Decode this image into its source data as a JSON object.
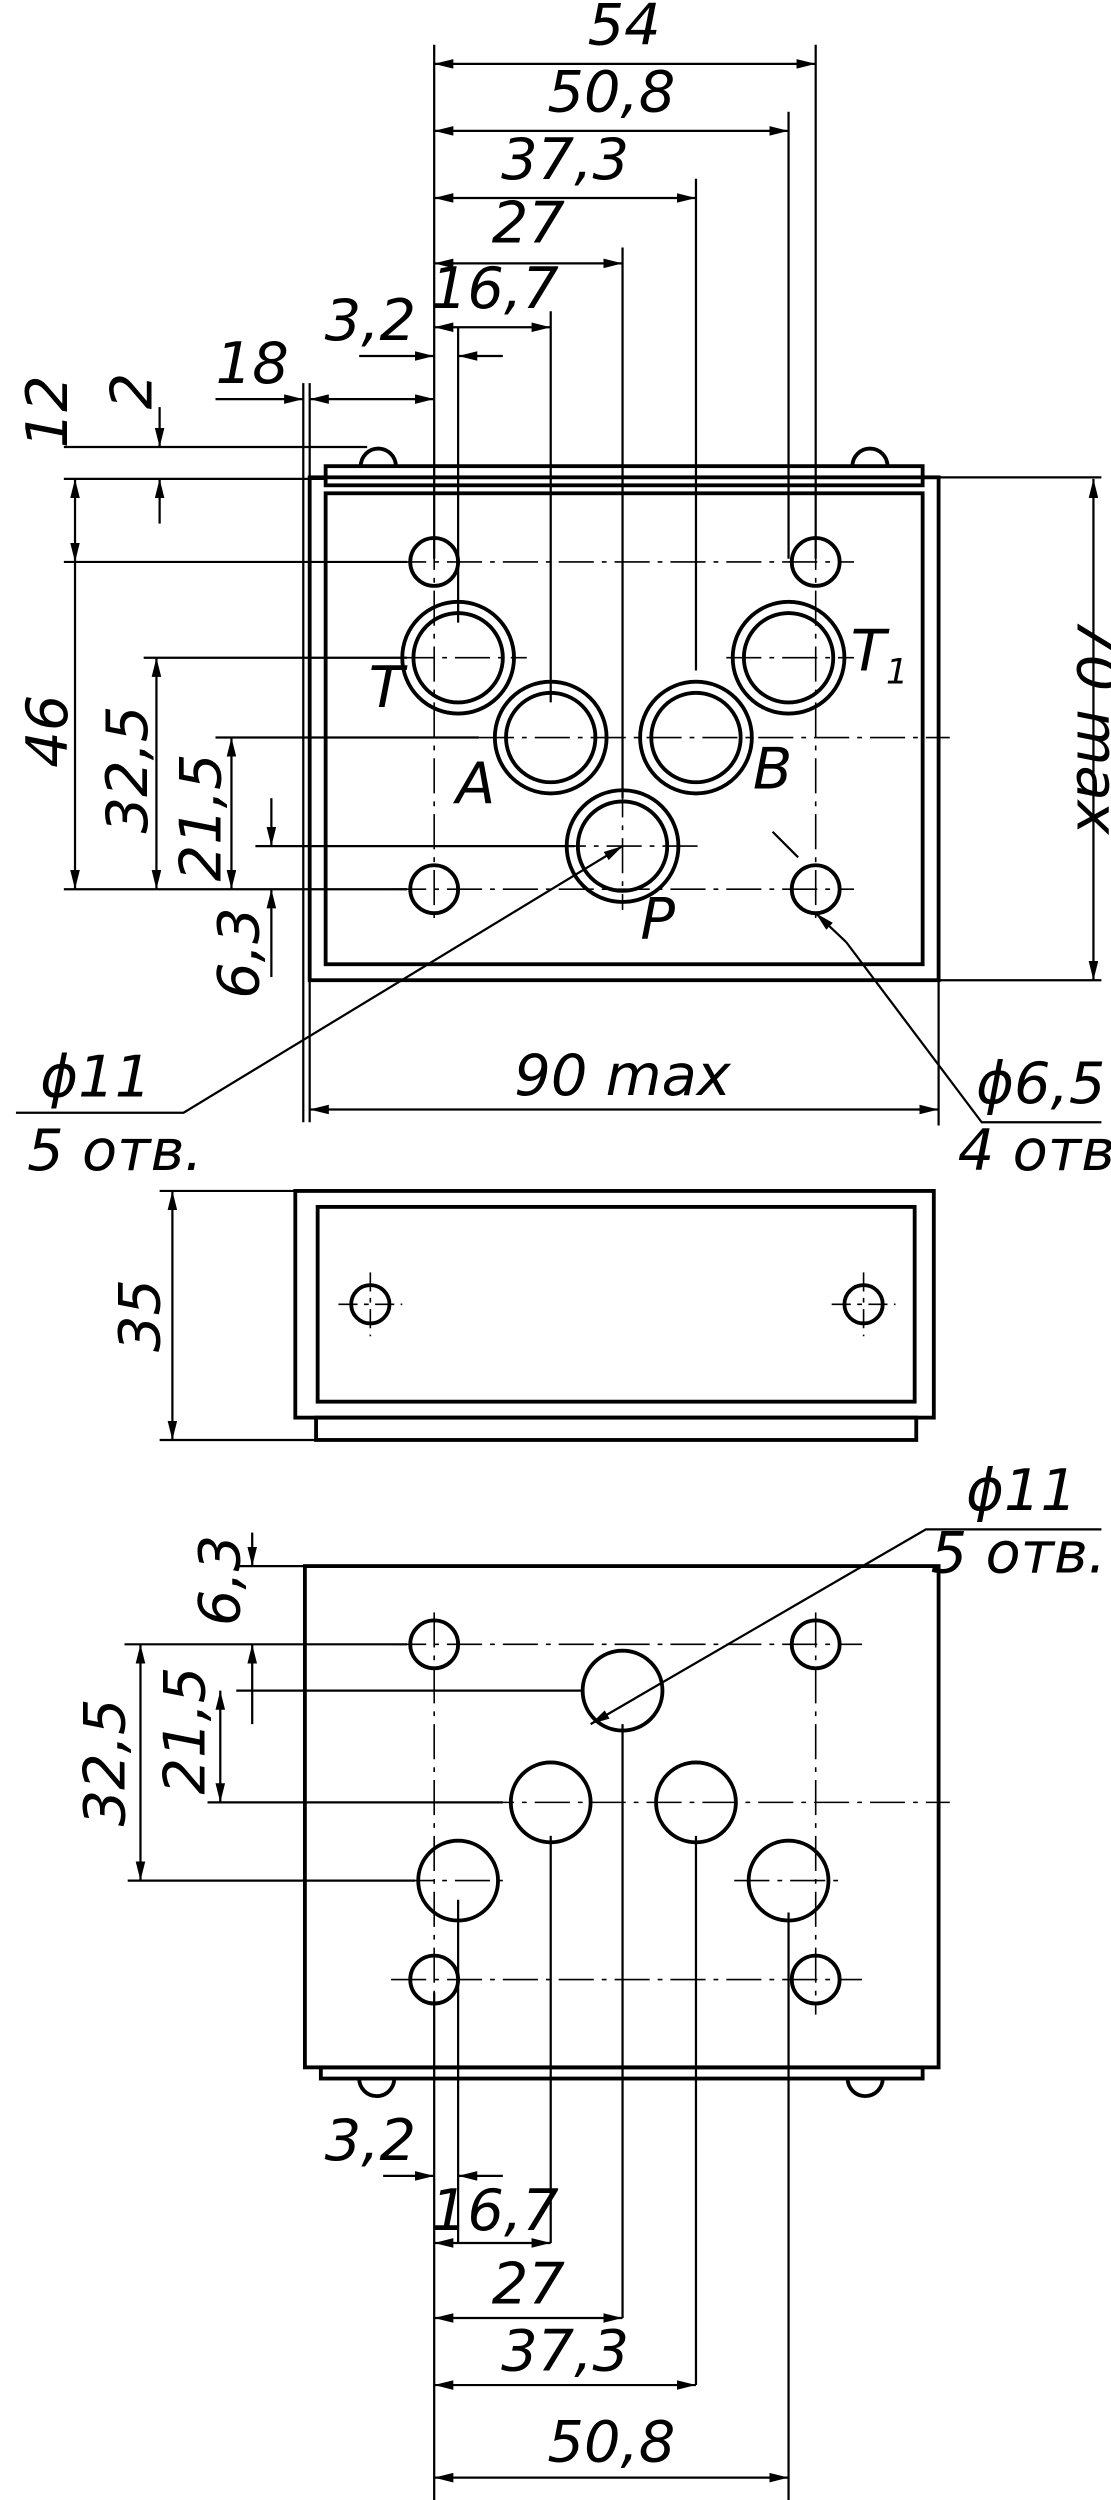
{
  "top_view": {
    "overall_width": "54",
    "width_50_8": "50,8",
    "width_37_3": "37,3",
    "width_27": "27",
    "width_16_7": "16,7",
    "width_3_2": "3,2",
    "width_18": "18",
    "height_12": "12",
    "height_2": "2",
    "height_46": "46",
    "height_32_5": "32,5",
    "height_21_5": "21,5",
    "height_6_3": "6,3",
    "height_max": "70 max",
    "width_max": "90 max",
    "port_t": "T",
    "port_t1": "T",
    "port_t1_sub": "1",
    "port_a": "A",
    "port_b": "B",
    "port_p": "P",
    "hole_large_dia": "ϕ11",
    "hole_large_count": "5 отв.",
    "hole_small_dia": "ϕ6,5",
    "hole_small_count": "4 отв."
  },
  "side_view": {
    "height": "35"
  },
  "bottom_view": {
    "hole_dia": "ϕ11",
    "hole_count": "5 отв.",
    "height_6_3": "6,3",
    "height_21_5": "21,5",
    "height_32_5": "32,5",
    "width_3_2": "3,2",
    "width_16_7": "16,7",
    "width_27": "27",
    "width_37_3": "37,3",
    "width_50_8": "50,8"
  }
}
